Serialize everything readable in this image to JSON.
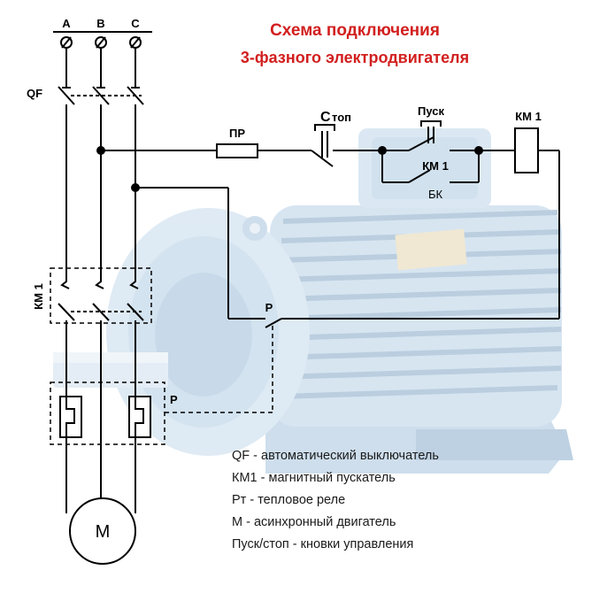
{
  "title": {
    "line1": "Схема подключения",
    "line2": "3-фазного электродвигателя"
  },
  "labels": {
    "phase_a": "A",
    "phase_b": "B",
    "phase_c": "C",
    "qf": "QF",
    "fuse": "ПР",
    "stop_c": "С",
    "stop_rest": "топ",
    "start": "Пуск",
    "km1_coil": "КМ 1",
    "km1_aux": "КМ 1",
    "bk": "БК",
    "km1_main": "КМ 1",
    "relay_contact": "Р",
    "relay_heater": "Р",
    "motor": "М"
  },
  "legend": [
    "QF - автоматический выключатель",
    "КМ1 - магнитный пускатель",
    "Рт - тепловое реле",
    "М - асинхронный двигатель",
    "Пуск/стоп - кновки управления"
  ],
  "colors": {
    "title_red": "#d21f1f",
    "wire": "#000000",
    "motor_body": "#cfe0ee",
    "motor_shade": "#a9c3da"
  },
  "icons": [
    "motor-illustration",
    "terminal-icon",
    "fuse-icon",
    "push-button-icon",
    "coil-icon",
    "thermal-relay-icon"
  ]
}
